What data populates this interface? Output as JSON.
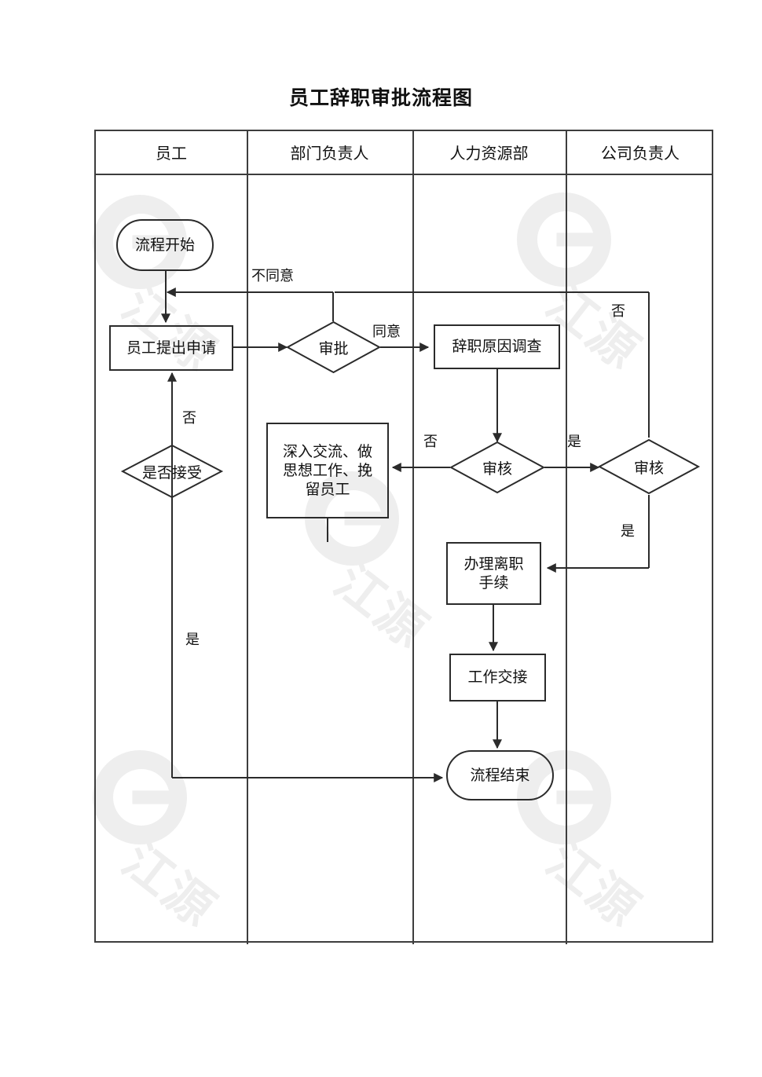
{
  "document": {
    "title": "员工辞职审批流程图"
  },
  "lanes": [
    {
      "label": "员工"
    },
    {
      "label": "部门负责人"
    },
    {
      "label": "人力资源部"
    },
    {
      "label": "公司负责人"
    }
  ],
  "nodes": {
    "start": "流程开始",
    "apply": "员工提出申请",
    "approve": "审批",
    "reason_survey": "辞职原因调查",
    "review_hr": "审核",
    "review_company": "审核",
    "retain": "深入交流、做\n思想工作、挽\n留员工",
    "retain_line1": "深入交流、做",
    "retain_line2": "思想工作、挽",
    "retain_line3": "留员工",
    "accept": "是否接受",
    "offboard_line1": "办理离职",
    "offboard_line2": "手续",
    "handover": "工作交接",
    "end": "流程结束"
  },
  "edge_labels": {
    "disagree": "不同意",
    "agree": "同意",
    "hr_no": "否",
    "hr_yes": "是",
    "company_no": "否",
    "company_yes": "是",
    "accept_no": "否",
    "accept_yes": "是"
  },
  "watermark": {
    "text": "江源"
  },
  "colors": {
    "line": "#2b2b2b",
    "lane_border": "#3d3d3d",
    "text": "#111111",
    "watermark": "#eeeeee",
    "background": "#ffffff"
  }
}
